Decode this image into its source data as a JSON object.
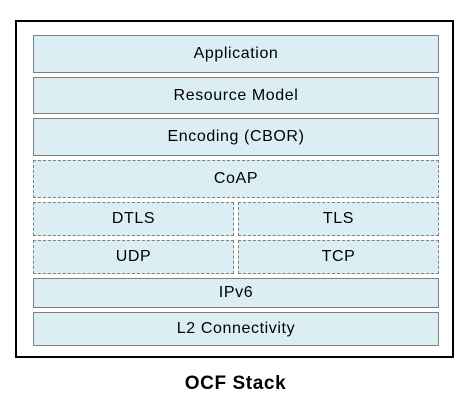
{
  "diagram": {
    "layers": {
      "application": "Application",
      "resource_model": "Resource Model",
      "encoding": "Encoding (CBOR)",
      "coap": "CoAP",
      "dtls": "DTLS",
      "tls": "TLS",
      "udp": "UDP",
      "tcp": "TCP",
      "ipv6": "IPv6",
      "l2": "L2 Connectivity"
    },
    "caption": "OCF Stack"
  },
  "colors": {
    "layer_fill": "#daeef3",
    "layer_border": "#7f7f7f",
    "frame_border": "#000000"
  }
}
